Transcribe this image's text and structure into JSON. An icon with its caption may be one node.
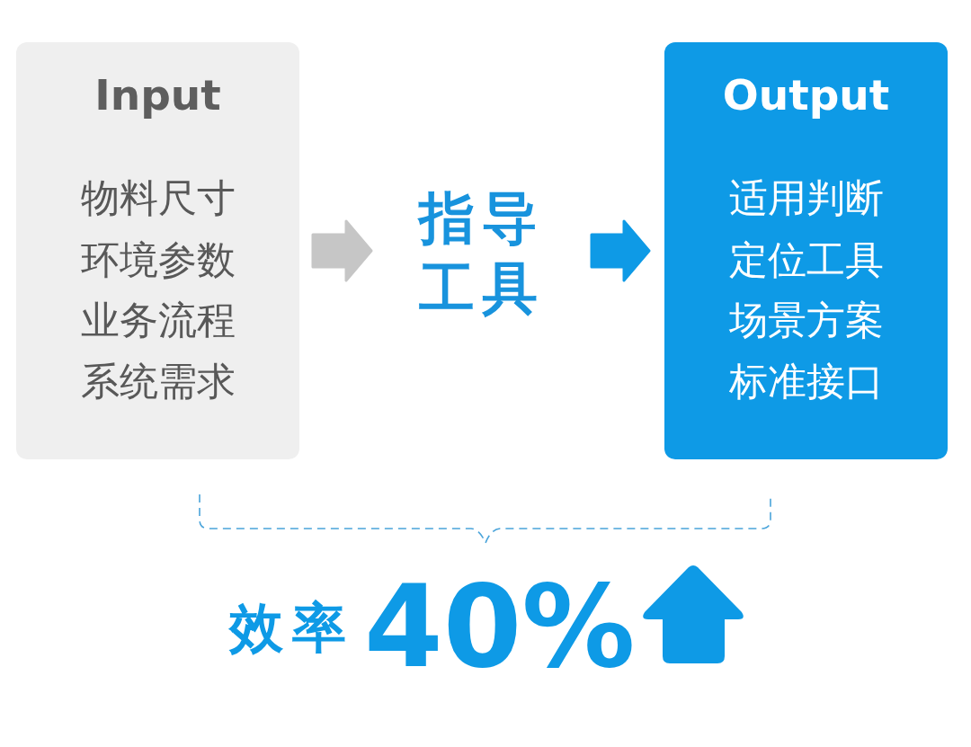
{
  "diagram": {
    "nodes": [
      {
        "text": [
          "Input",
          "物料尺寸",
          "环境参数",
          "业务流程",
          "系统需求"
        ]
      },
      {
        "text": [
          "指导工具"
        ]
      },
      {
        "text": [
          "Output",
          "适用判断",
          "定位工具",
          "场景方案",
          "标准接口"
        ]
      }
    ],
    "edges": [
      {
        "from": 0,
        "to": 1,
        "arrow": "to",
        "color": "#c6c6c6"
      },
      {
        "from": 1,
        "to": 2,
        "arrow": "to",
        "color": "#0e9ae6"
      }
    ],
    "labels": [
      "效率",
      "40%"
    ]
  }
}
